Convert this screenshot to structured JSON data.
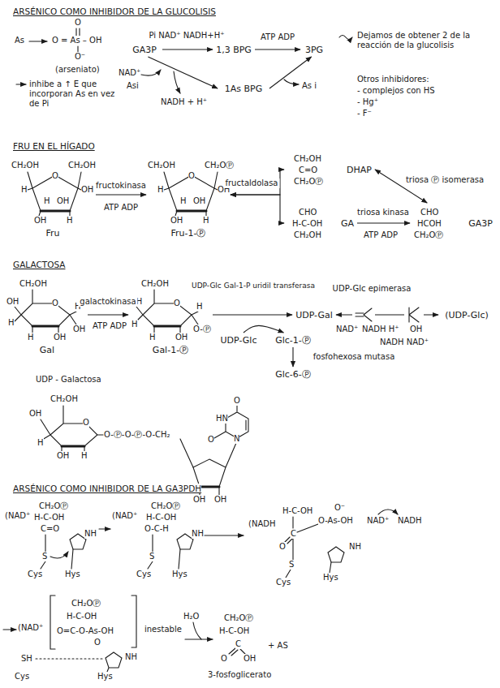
{
  "diagram": {
    "nodes": [
      {
        "text": [
          "GA3P"
        ]
      },
      {
        "text": [
          "1,3 BPG"
        ]
      },
      {
        "text": [
          "3PG"
        ]
      },
      {
        "text": [
          "1As BPG"
        ]
      },
      {
        "text": [
          "Fru"
        ]
      },
      {
        "text": [
          "Fru-1-Ⓟ"
        ]
      },
      {
        "text": [
          "DHAP"
        ]
      },
      {
        "text": [
          "GA"
        ]
      },
      {
        "text": [
          "GA3P"
        ]
      },
      {
        "text": [
          "Gal"
        ]
      },
      {
        "text": [
          "Gal-1-Ⓟ"
        ]
      },
      {
        "text": [
          "UDP-Gal"
        ]
      },
      {
        "text": [
          "UDP-Glc"
        ]
      },
      {
        "text": [
          "Glc-1-Ⓟ"
        ]
      },
      {
        "text": [
          "Glc-6-Ⓟ"
        ]
      },
      {
        "text": [
          "(UDP-Glc)"
        ]
      }
    ],
    "edges": [
      {
        "from": 0,
        "to": 1,
        "arrow": "to",
        "label": "Pi NAD⁺ NADH+H⁺"
      },
      {
        "from": 1,
        "to": 2,
        "arrow": "to",
        "label": "ATP ADP"
      },
      {
        "from": 0,
        "to": 3,
        "arrow": "to"
      },
      {
        "from": 3,
        "to": 2,
        "arrow": "to"
      },
      {
        "from": 4,
        "to": 5,
        "arrow": "to",
        "label": "fructokinasa"
      },
      {
        "from": 5,
        "to": 6,
        "arrow": "both",
        "label": "fructaldolasa"
      },
      {
        "from": 5,
        "to": 7,
        "arrow": "both"
      },
      {
        "from": 6,
        "to": 8,
        "arrow": "both",
        "label": "triosa Ⓟ isomerasa"
      },
      {
        "from": 7,
        "to": 8,
        "arrow": "to",
        "label": "triosa kinasa"
      },
      {
        "from": 9,
        "to": 10,
        "arrow": "to",
        "label": "galactokinasa"
      },
      {
        "from": 10,
        "to": 11,
        "arrow": "to",
        "label": "UDP-Glc Gal-1-P uridil transferasa"
      },
      {
        "from": 12,
        "to": 13,
        "arrow": "to"
      },
      {
        "from": 13,
        "to": 14,
        "arrow": "to",
        "label": "fosfohexosa mutasa"
      },
      {
        "from": 11,
        "to": 15,
        "arrow": "both",
        "label": "UDP-Glc epimerasa"
      }
    ],
    "labels": [
      "ARSÉNICO COMO INHIBIDOR DE LA GLUCOLISIS",
      "As",
      "O",
      "O = As – OH",
      "O⁻",
      "(arseniato)",
      "inhibe a ↑ E que incorporan As en vez de Pi",
      "NAD⁺",
      "Asi",
      "NADH + H⁺",
      "As i",
      "Dejamos de obtener 2 de la reacción de la glucolisis",
      "Otros inhibidores:",
      "- complejos con HS",
      "- Hg⁺",
      "- F⁻",
      "FRU EN EL HÍGADO",
      "CH₂OH",
      "O",
      "CH₂OH",
      "H",
      "OH",
      "OH",
      "H",
      "H",
      "OH",
      "CH₂OH",
      "O",
      "CH₂OⓅ",
      "H",
      "OH",
      "OH",
      "H",
      "H",
      "OH",
      "ATP ADP",
      "CH₂OH",
      "C=O",
      "CH₂OⓅ",
      "CHO",
      "H-C-OH",
      "CH₂OH",
      "CHO",
      "HCOH",
      "CH₂OⓅ",
      "ATP ADP",
      "GALACTOSA",
      "CH₂OH",
      "OH",
      "H",
      "O",
      "H",
      "OH",
      "OH",
      "H",
      "ATP ADP",
      "CH₂OH",
      "OH",
      "H",
      "O",
      "H",
      "O-Ⓟ",
      "OH",
      "H",
      "NAD⁺",
      "NADH H⁺",
      "NADH NAD⁺",
      "OH",
      "UDP - Galactosa",
      "CH₂OH",
      "OH",
      "O",
      "H",
      "OH",
      "H",
      "O-Ⓟ-O-Ⓟ-O-CH₂",
      "OH",
      "OH",
      "HN",
      "O",
      "O",
      "N",
      "ARSÉNICO COMO INHIBIDOR DE LA GA3PDH",
      "(NAD⁺",
      "CH₂OⓅ",
      "H-C-OH",
      "C=O",
      "S",
      "Cys",
      "NH",
      "Hys",
      "(NAD⁺",
      "CH₂OⓅ",
      "H-C-OH",
      "O-C-H",
      "S",
      "Cys",
      "NH",
      "Hys",
      "(NADH",
      "H-C-OH",
      "O⁻",
      "O-As-OH",
      "C",
      "O",
      "S",
      "Cys",
      "NH",
      "Hys",
      "NAD⁺",
      "NADH",
      "(NAD⁺",
      "CH₂OⓅ",
      "H-C-OH",
      "O=C-O-As-OH",
      "O",
      "SH",
      "Cys",
      "NH",
      "Hys",
      "inestable",
      "H₂O",
      "CH₂OⓅ",
      "H-C-OH",
      "C",
      "O",
      "OH",
      "+ AS",
      "3-fosfoglicerato"
    ]
  }
}
